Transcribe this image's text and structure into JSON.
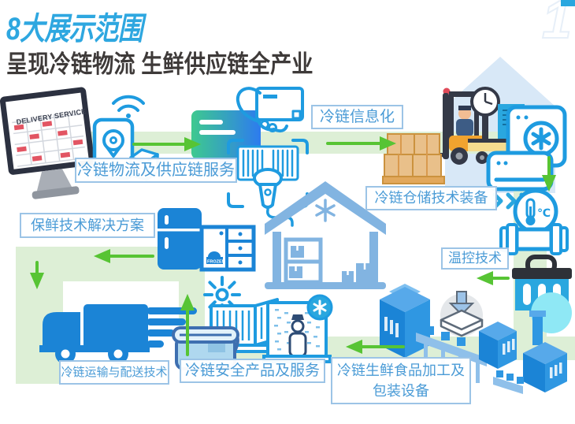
{
  "header": {
    "title": "8大展示范围",
    "subtitle": "呈现冷链物流 生鲜供应链全产业",
    "page_marker": "1"
  },
  "flow": {
    "labels": {
      "logistics": "冷链物流及供应链服务",
      "information": "冷链信息化",
      "warehousing": "冷链仓储技术装备",
      "preservation": "保鲜技术解决方案",
      "temperature": "温控技术",
      "transport": "冷链运输与配送技术",
      "safety": "冷链安全产品及服务",
      "processing_line1": "冷链生鲜食品加工及",
      "processing_line2": "包装设备"
    }
  },
  "icons": {
    "monitor_text": "DELIVERY SERVICE",
    "fridge_text": "FROZEN",
    "thermometer_text": "℃"
  },
  "colors": {
    "title_blue": "#2EA7E0",
    "subtitle_dark": "#3E3A39",
    "label_blue": "#4A9BD6",
    "label_border": "#9CC4E6",
    "arrow_green": "#57C434",
    "path_green": "#DDEFD6",
    "outline_blue": "#1E9BE0",
    "solid_blue": "#1B84D6",
    "warehouse_blue": "#82B4E1",
    "house_background": "#D8E8F7",
    "box_tan": "#E9C08A",
    "forklift_orange": "#F0A32F",
    "scale_yellow": "#F6DC8F",
    "cyan_circle": "#8FE8F5"
  }
}
